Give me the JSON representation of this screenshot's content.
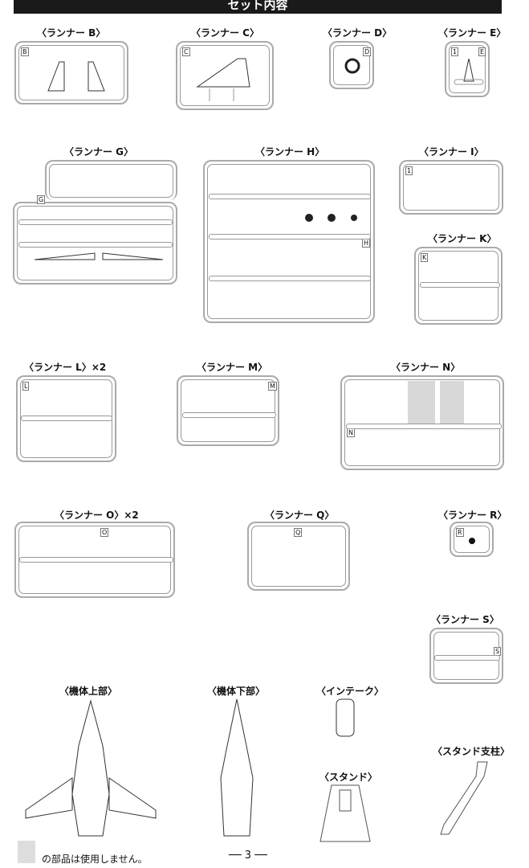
{
  "header": {
    "title": "セット内容"
  },
  "runners": [
    {
      "id": "B",
      "label": "〈ランナー B〉"
    },
    {
      "id": "C",
      "label": "〈ランナー C〉"
    },
    {
      "id": "D",
      "label": "〈ランナー D〉"
    },
    {
      "id": "E",
      "label": "〈ランナー E〉"
    },
    {
      "id": "G",
      "label": "〈ランナー G〉"
    },
    {
      "id": "H",
      "label": "〈ランナー H〉"
    },
    {
      "id": "I",
      "label": "〈ランナー I〉"
    },
    {
      "id": "K",
      "label": "〈ランナー K〉"
    },
    {
      "id": "L",
      "label": "〈ランナー L〉×2"
    },
    {
      "id": "M",
      "label": "〈ランナー M〉"
    },
    {
      "id": "N",
      "label": "〈ランナー N〉"
    },
    {
      "id": "O",
      "label": "〈ランナー O〉×2"
    },
    {
      "id": "Q",
      "label": "〈ランナー Q〉"
    },
    {
      "id": "R",
      "label": "〈ランナー R〉"
    },
    {
      "id": "S",
      "label": "〈ランナー S〉"
    }
  ],
  "parts": [
    {
      "id": "upper-body",
      "label": "〈機体上部〉"
    },
    {
      "id": "lower-body",
      "label": "〈機体下部〉"
    },
    {
      "id": "intake",
      "label": "〈インテーク〉"
    },
    {
      "id": "stand",
      "label": "〈スタンド〉"
    },
    {
      "id": "stand-post",
      "label": "〈スタンド支柱〉"
    }
  ],
  "footer": {
    "note": "の部品は使用しません。",
    "page": "── 3 ──"
  }
}
